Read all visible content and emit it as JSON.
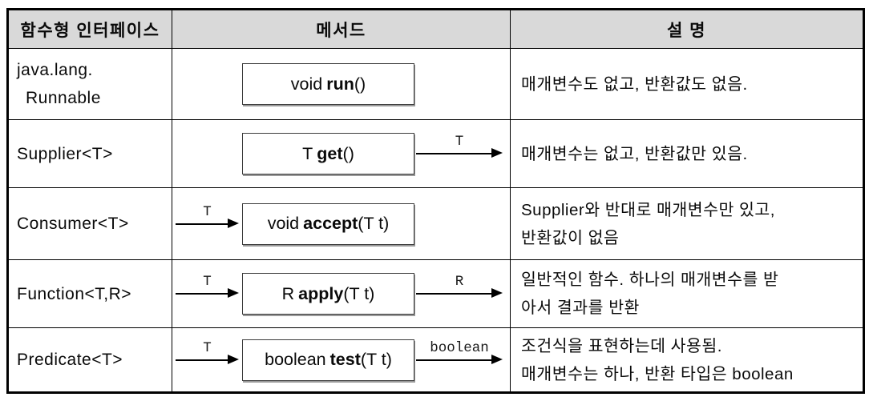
{
  "table": {
    "headers": [
      {
        "label": "함수형 인터페이스"
      },
      {
        "label": "메서드"
      },
      {
        "label": "설 명"
      }
    ],
    "rows": [
      {
        "interface_lines": [
          "java.lang.",
          "Runnable"
        ],
        "method": {
          "prefix": "void",
          "keyword": "run",
          "suffix": "()",
          "in_label": null,
          "out_label": null
        },
        "description_lines": [
          "매개변수도 없고, 반환값도 없음."
        ]
      },
      {
        "interface_lines": [
          "Supplier<T>"
        ],
        "method": {
          "prefix": "T",
          "keyword": "get",
          "suffix": "()",
          "in_label": null,
          "out_label": "T"
        },
        "description_lines": [
          "매개변수는 없고, 반환값만 있음."
        ]
      },
      {
        "interface_lines": [
          "Consumer<T>"
        ],
        "method": {
          "prefix": "void",
          "keyword": "accept",
          "suffix": "(T t)",
          "in_label": "T",
          "out_label": null
        },
        "description_lines": [
          "Supplier와 반대로 매개변수만 있고,",
          "반환값이 없음"
        ]
      },
      {
        "interface_lines": [
          "Function<T,R>"
        ],
        "method": {
          "prefix": "R",
          "keyword": "apply",
          "suffix": "(T t)",
          "in_label": "T",
          "out_label": "R"
        },
        "description_lines": [
          "일반적인 함수. 하나의 매개변수를 받",
          "아서 결과를 반환"
        ]
      },
      {
        "interface_lines": [
          "Predicate<T>"
        ],
        "method": {
          "prefix": "boolean",
          "keyword": "test",
          "suffix": "(T t)",
          "in_label": "T",
          "out_label": "boolean"
        },
        "description_lines": [
          "조건식을 표현하는데 사용됨.",
          "매개변수는 하나, 반환 타입은 boolean"
        ]
      }
    ]
  },
  "colors": {
    "header_bg": "#d9d9d9",
    "border": "#000000",
    "box_border": "#3c3c3c",
    "text": "#0a0a0a"
  }
}
